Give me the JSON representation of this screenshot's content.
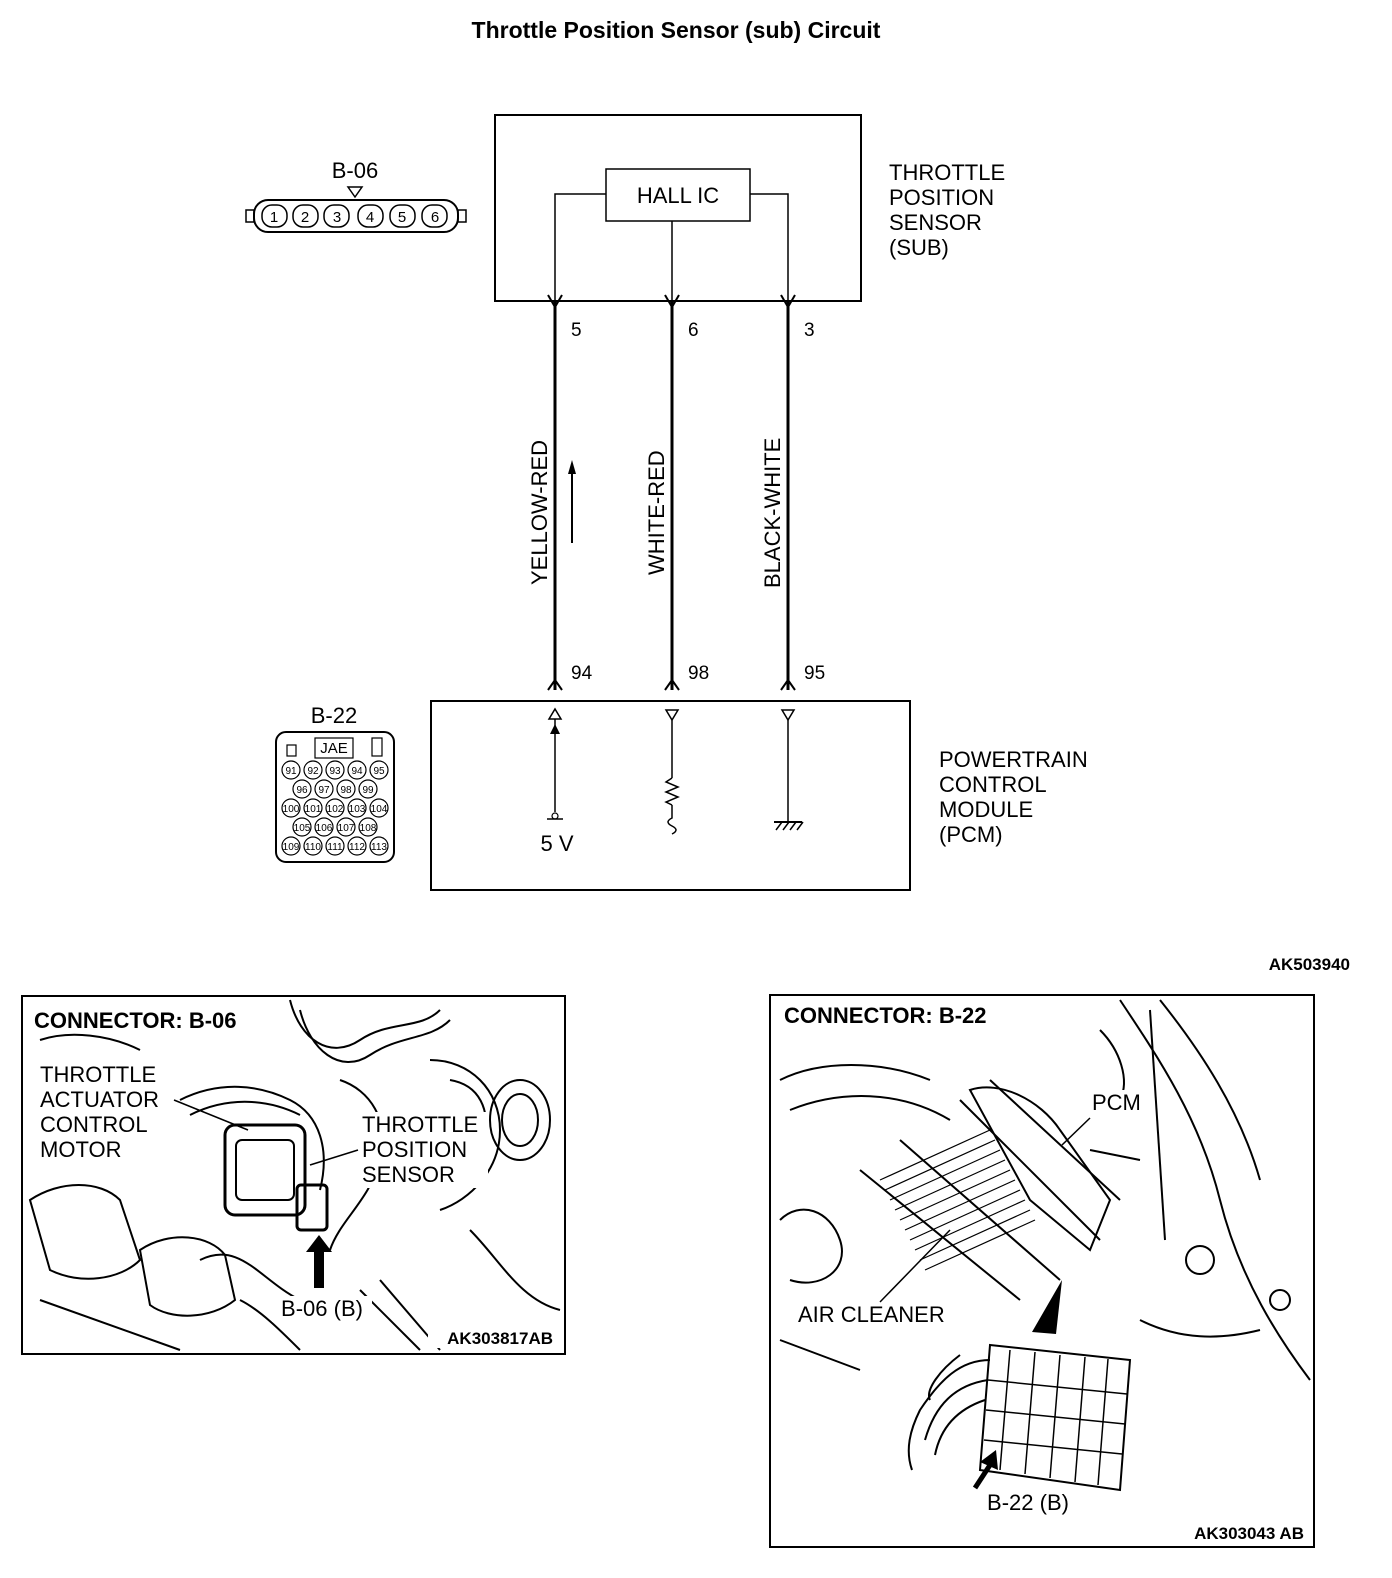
{
  "title": "Throttle Position Sensor (sub) Circuit",
  "sensor_label": [
    "THROTTLE",
    "POSITION",
    "SENSOR",
    "(SUB)"
  ],
  "hall_ic": "HALL IC",
  "pcm_label": [
    "POWERTRAIN",
    "CONTROL",
    "MODULE",
    "(PCM)"
  ],
  "voltage": "5 V",
  "connector_b06": {
    "name": "B-06",
    "pins": [
      "1",
      "2",
      "3",
      "4",
      "5",
      "6"
    ]
  },
  "connector_b22": {
    "name": "B-22",
    "maker": "JAE",
    "rows": [
      [
        "91",
        "92",
        "93",
        "94",
        "95"
      ],
      [
        "96",
        "97",
        "98",
        "99"
      ],
      [
        "100",
        "101",
        "102",
        "103",
        "104"
      ],
      [
        "105",
        "106",
        "107",
        "108"
      ],
      [
        "109",
        "110",
        "111",
        "112",
        "113"
      ]
    ]
  },
  "wires": [
    {
      "sensor_pin": "5",
      "pcm_pin": "94",
      "color": "YELLOW-RED"
    },
    {
      "sensor_pin": "6",
      "pcm_pin": "98",
      "color": "WHITE-RED"
    },
    {
      "sensor_pin": "3",
      "pcm_pin": "95",
      "color": "BLACK-WHITE"
    }
  ],
  "diagram_code": "AK503940",
  "photo_left": {
    "heading": "CONNECTOR: B-06",
    "label_actuator": [
      "THROTTLE",
      "ACTUATOR",
      "CONTROL",
      "MOTOR"
    ],
    "label_sensor": [
      "THROTTLE",
      "POSITION",
      "SENSOR"
    ],
    "callout": "B-06 (B)",
    "code": "AK303817AB"
  },
  "photo_right": {
    "heading": "CONNECTOR: B-22",
    "label_pcm": "PCM",
    "label_air": "AIR CLEANER",
    "callout": "B-22 (B)",
    "code": "AK303043 AB"
  }
}
